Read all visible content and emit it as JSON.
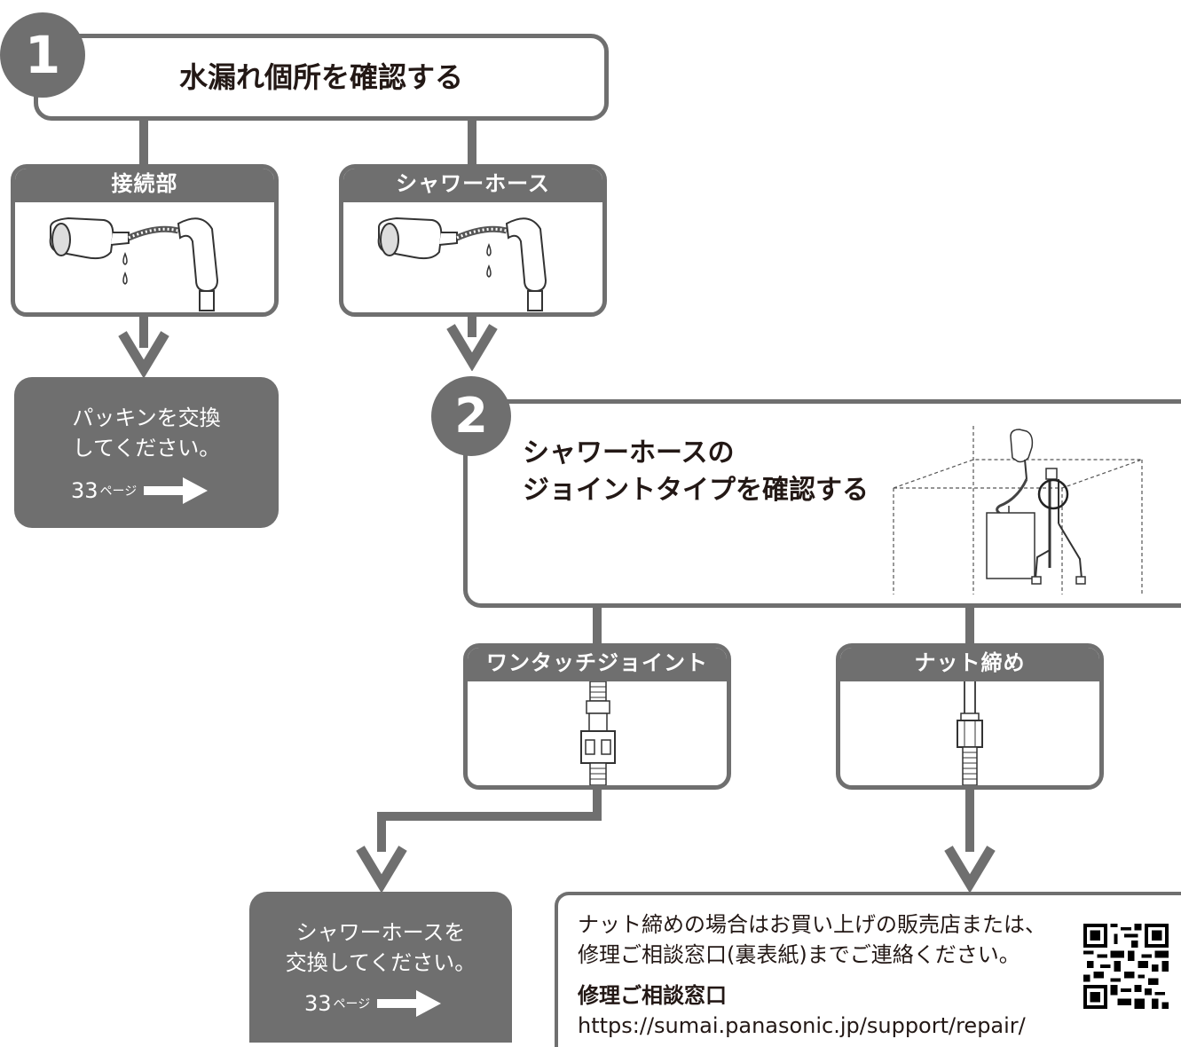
{
  "step1": {
    "number": "1",
    "title": "水漏れ個所を確認する"
  },
  "cards_top": [
    {
      "label": "接続部"
    },
    {
      "label": "シャワーホース"
    }
  ],
  "action_packing": {
    "line1": "パッキンを交換",
    "line2": "してください。",
    "page_num": "33",
    "page_suffix": "ページ"
  },
  "step2": {
    "number": "2",
    "title_line1": "シャワーホースの",
    "title_line2": "ジョイントタイプを確認する"
  },
  "joint_cards": [
    {
      "label": "ワンタッチジョイント"
    },
    {
      "label": "ナット締め"
    }
  ],
  "action_hose": {
    "line1": "シャワーホースを",
    "line2": "交換してください。",
    "page_num": "33",
    "page_suffix": "ページ"
  },
  "contact": {
    "line1": "ナット締めの場合はお買い上げの販売店または、",
    "line2": "修理ご相談窓口(裏表紙)までご連絡ください。",
    "heading": "修理ご相談窓口",
    "url": "https://sumai.panasonic.jp/support/repair/"
  },
  "colors": {
    "gray": "#6f6f6f",
    "text": "#231815"
  }
}
